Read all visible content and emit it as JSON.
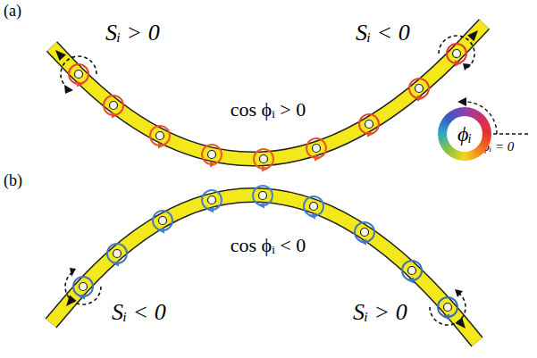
{
  "diagram": {
    "nodes": [
      {
        "text": [
          "ϕᵢ"
        ]
      }
    ],
    "labels": [
      "(a)",
      "Sᵢ > 0",
      "Sᵢ < 0",
      "cos ϕᵢ > 0",
      "ϕᵢ = 0",
      "(b)",
      "cos ϕᵢ < 0",
      "Sᵢ < 0",
      "Sᵢ > 0"
    ]
  }
}
